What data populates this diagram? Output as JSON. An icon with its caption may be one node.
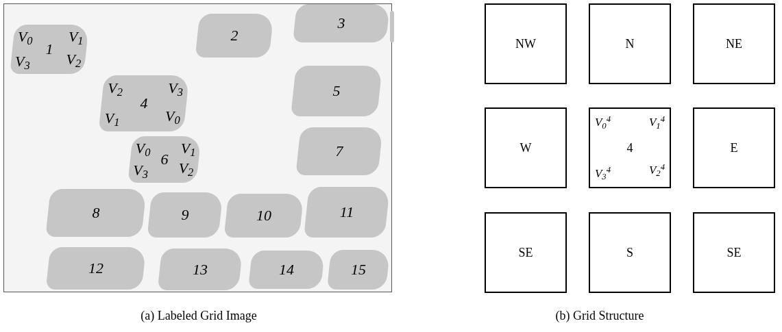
{
  "diagram": {
    "nodes": [
      {
        "text": [],
        "shape": "box"
      },
      {
        "text": [
          "V$_{0}$",
          "V$_{1}$",
          "1",
          "V$_{3}$",
          "V$_{2}$"
        ],
        "in": 0
      },
      {
        "text": [
          "2"
        ],
        "in": 0
      },
      {
        "text": [
          "3"
        ],
        "in": 0
      },
      {
        "text": [],
        "shape": "blob",
        "in": 0
      },
      {
        "text": [
          "V$_{2}$",
          "V$_{3}$",
          "4",
          "V$_{1}$",
          "V$_{0}$"
        ],
        "in": 0
      },
      {
        "text": [
          "5"
        ],
        "in": 0
      },
      {
        "text": [
          "V$_{0}$",
          "V$_{1}$",
          "6",
          "V$_{3}$",
          "V$_{2}$"
        ],
        "in": 0
      },
      {
        "text": [
          "7"
        ],
        "in": 0
      },
      {
        "text": [
          "8"
        ],
        "in": 0
      },
      {
        "text": [
          "9"
        ],
        "in": 0
      },
      {
        "text": [
          "10"
        ],
        "in": 0
      },
      {
        "text": [
          "11"
        ],
        "in": 0
      },
      {
        "text": [
          "12"
        ],
        "in": 0
      },
      {
        "text": [
          "13"
        ],
        "in": 0
      },
      {
        "text": [
          "14"
        ],
        "in": 0
      },
      {
        "text": [
          "15"
        ],
        "in": 0
      },
      {
        "text": [
          "NW"
        ]
      },
      {
        "text": [
          "N"
        ]
      },
      {
        "text": [
          "NE"
        ]
      },
      {
        "text": [
          "W"
        ]
      },
      {
        "text": [
          "V$_{0}$$^{4}$",
          "V$_{1}$$^{4}$",
          "4",
          "V$_{3}$$^{4}$",
          "V$_{2}$$^{4}$"
        ]
      },
      {
        "text": [
          "E"
        ]
      },
      {
        "text": [
          "SE"
        ]
      },
      {
        "text": [
          "S"
        ]
      },
      {
        "text": [
          "SE"
        ]
      }
    ],
    "labels": [
      "(a) Labeled Grid Image",
      "(b) Grid Structure"
    ]
  }
}
